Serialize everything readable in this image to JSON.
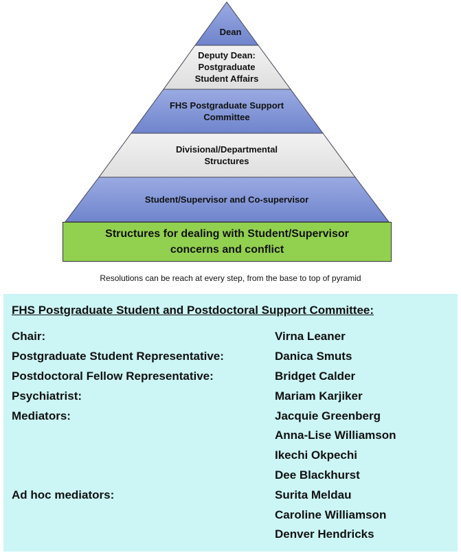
{
  "pyramid": {
    "tiers": [
      {
        "label": "Dean"
      },
      {
        "label": "Deputy Dean: Postgraduate Student Affairs"
      },
      {
        "label": "FHS Postgraduate Support Committee"
      },
      {
        "label": "Divisional/Departmental Structures"
      },
      {
        "label": "Student/Supervisor and Co-supervisor"
      }
    ],
    "base": "Structures for dealing with Student/Supervisor concerns and conflict",
    "colors": {
      "blue": "#7b8fd4",
      "grey": "#e8e8e8",
      "green": "#92d050"
    }
  },
  "note": "Resolutions can be reach at every step, from the base to top of pyramid",
  "committee": {
    "title": "FHS Postgraduate Student and Postdoctoral Support Committee:",
    "members": [
      {
        "role": "Chair:",
        "name": "Virna Leaner"
      },
      {
        "role": "Postgraduate Student Representative:",
        "name": "Danica Smuts"
      },
      {
        "role": "Postdoctoral Fellow Representative:",
        "name": "Bridget Calder"
      },
      {
        "role": "Psychiatrist:",
        "name": "Mariam Karjiker"
      },
      {
        "role": "Mediators:",
        "name": "Jacquie Greenberg"
      },
      {
        "role": "",
        "name": "Anna-Lise Williamson"
      },
      {
        "role": "",
        "name": "Ikechi Okpechi"
      },
      {
        "role": "",
        "name": "Dee Blackhurst"
      },
      {
        "role": "Ad hoc mediators:",
        "name": "Surita Meldau"
      },
      {
        "role": "",
        "name": "Caroline Williamson"
      },
      {
        "role": "",
        "name": "Denver Hendricks"
      }
    ]
  }
}
